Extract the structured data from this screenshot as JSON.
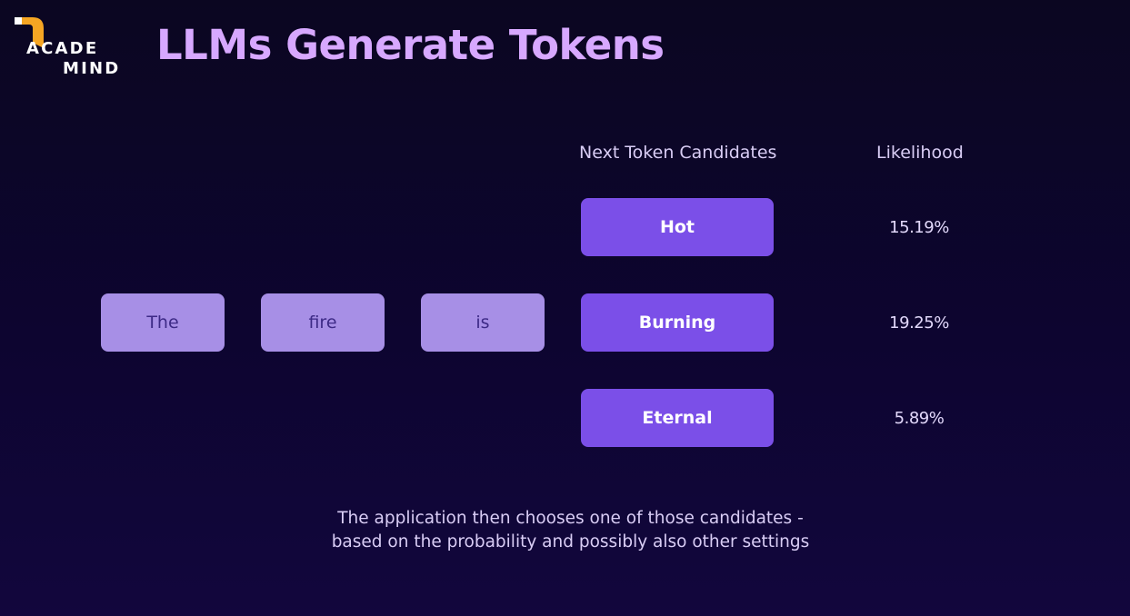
{
  "logo": {
    "line1": "ACADE",
    "line2": "MIND",
    "mark_color": "#f6a623"
  },
  "title": "LLMs Generate Tokens",
  "headers": {
    "candidates": "Next Token Candidates",
    "likelihood": "Likelihood"
  },
  "input_tokens": [
    "The",
    "fire",
    "is"
  ],
  "candidates": [
    {
      "label": "Hot",
      "likelihood": "15.19%"
    },
    {
      "label": "Burning",
      "likelihood": "19.25%"
    },
    {
      "label": "Eternal",
      "likelihood": "5.89%"
    }
  ],
  "caption": {
    "line1": "The application then chooses one of those candidates -",
    "line2": "based on the probability and possibly also other settings"
  },
  "colors": {
    "background": "#0d0530",
    "title": "#d7a8ff",
    "input_token_bg": "#a78fe6",
    "candidate_bg": "#7b4fe8"
  }
}
